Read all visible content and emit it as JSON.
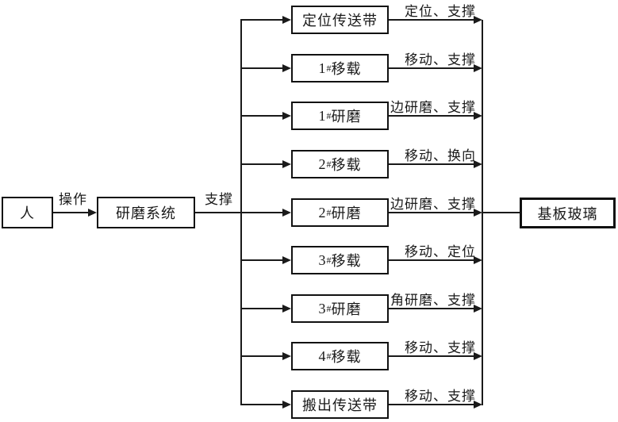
{
  "nodes": {
    "person": "人",
    "system": "研磨系统",
    "substrate": "基板玻璃"
  },
  "edge_labels": {
    "operate": "操作",
    "support": "支撑"
  },
  "rows": [
    {
      "box": {
        "prefix": "",
        "sup": "",
        "text": "定位传送带"
      },
      "arrow_label": "定位、支撑"
    },
    {
      "box": {
        "prefix": "1",
        "sup": "#",
        "text": "移载"
      },
      "arrow_label": "移动、支撑"
    },
    {
      "box": {
        "prefix": "1",
        "sup": "#",
        "text": "研磨"
      },
      "arrow_label": "边研磨、支撑"
    },
    {
      "box": {
        "prefix": "2",
        "sup": "#",
        "text": "移载"
      },
      "arrow_label": "移动、换向"
    },
    {
      "box": {
        "prefix": "2",
        "sup": "#",
        "text": "研磨"
      },
      "arrow_label": "边研磨、支撑"
    },
    {
      "box": {
        "prefix": "3",
        "sup": "#",
        "text": "移载"
      },
      "arrow_label": "移动、定位"
    },
    {
      "box": {
        "prefix": "3",
        "sup": "#",
        "text": "研磨"
      },
      "arrow_label": "角研磨、支撑"
    },
    {
      "box": {
        "prefix": "4",
        "sup": "#",
        "text": "移载"
      },
      "arrow_label": "移动、支撑"
    },
    {
      "box": {
        "prefix": "",
        "sup": "",
        "text": "搬出传送带"
      },
      "arrow_label": "移动、支撑"
    }
  ],
  "colors": {
    "line": "#1a1a1a",
    "box_border": "#111111",
    "background": "#ffffff",
    "text": "#1a1a1a"
  }
}
